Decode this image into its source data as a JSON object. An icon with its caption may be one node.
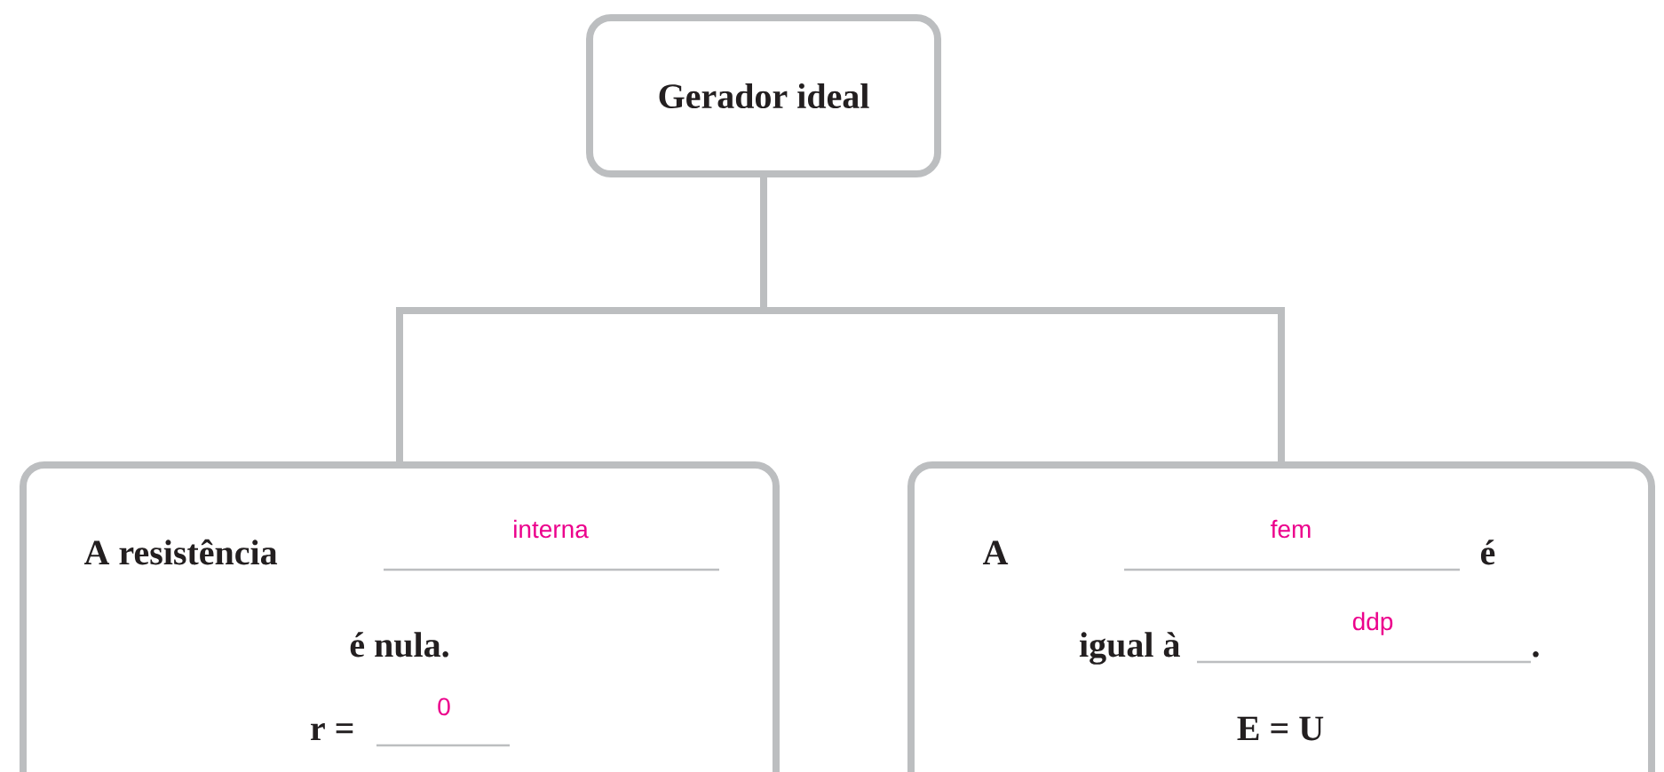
{
  "diagram": {
    "nodes": [
      {
        "text": [
          "Gerador ideal"
        ]
      },
      {
        "text": [
          "A resistência",
          "interna",
          "é nula.",
          "r =",
          "0"
        ]
      },
      {
        "text": [
          "A",
          "fem",
          "é",
          "igual à",
          "ddp",
          ".",
          "E = U"
        ]
      }
    ],
    "edges": [
      {
        "from": 0,
        "to": 1,
        "arrow": "none"
      },
      {
        "from": 0,
        "to": 2,
        "arrow": "none"
      }
    ]
  }
}
